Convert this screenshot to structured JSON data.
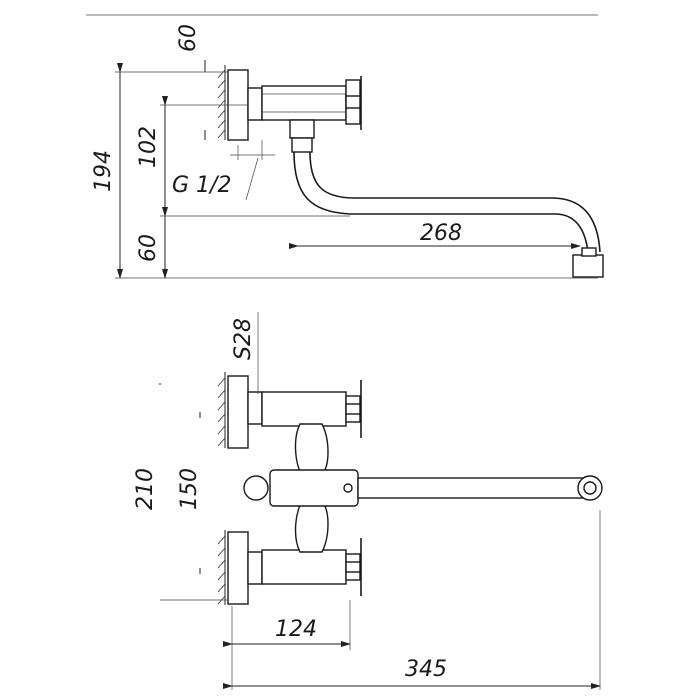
{
  "dimensions": {
    "top_offset": "60",
    "overall_height": "194",
    "mid_height": "102",
    "bottom_offset": "60",
    "thread": "G 1/2",
    "spout_reach": "268",
    "nut_size": "S28",
    "center_distance": "150",
    "body_height": "210",
    "body_depth": "124",
    "overall_depth": "345"
  }
}
